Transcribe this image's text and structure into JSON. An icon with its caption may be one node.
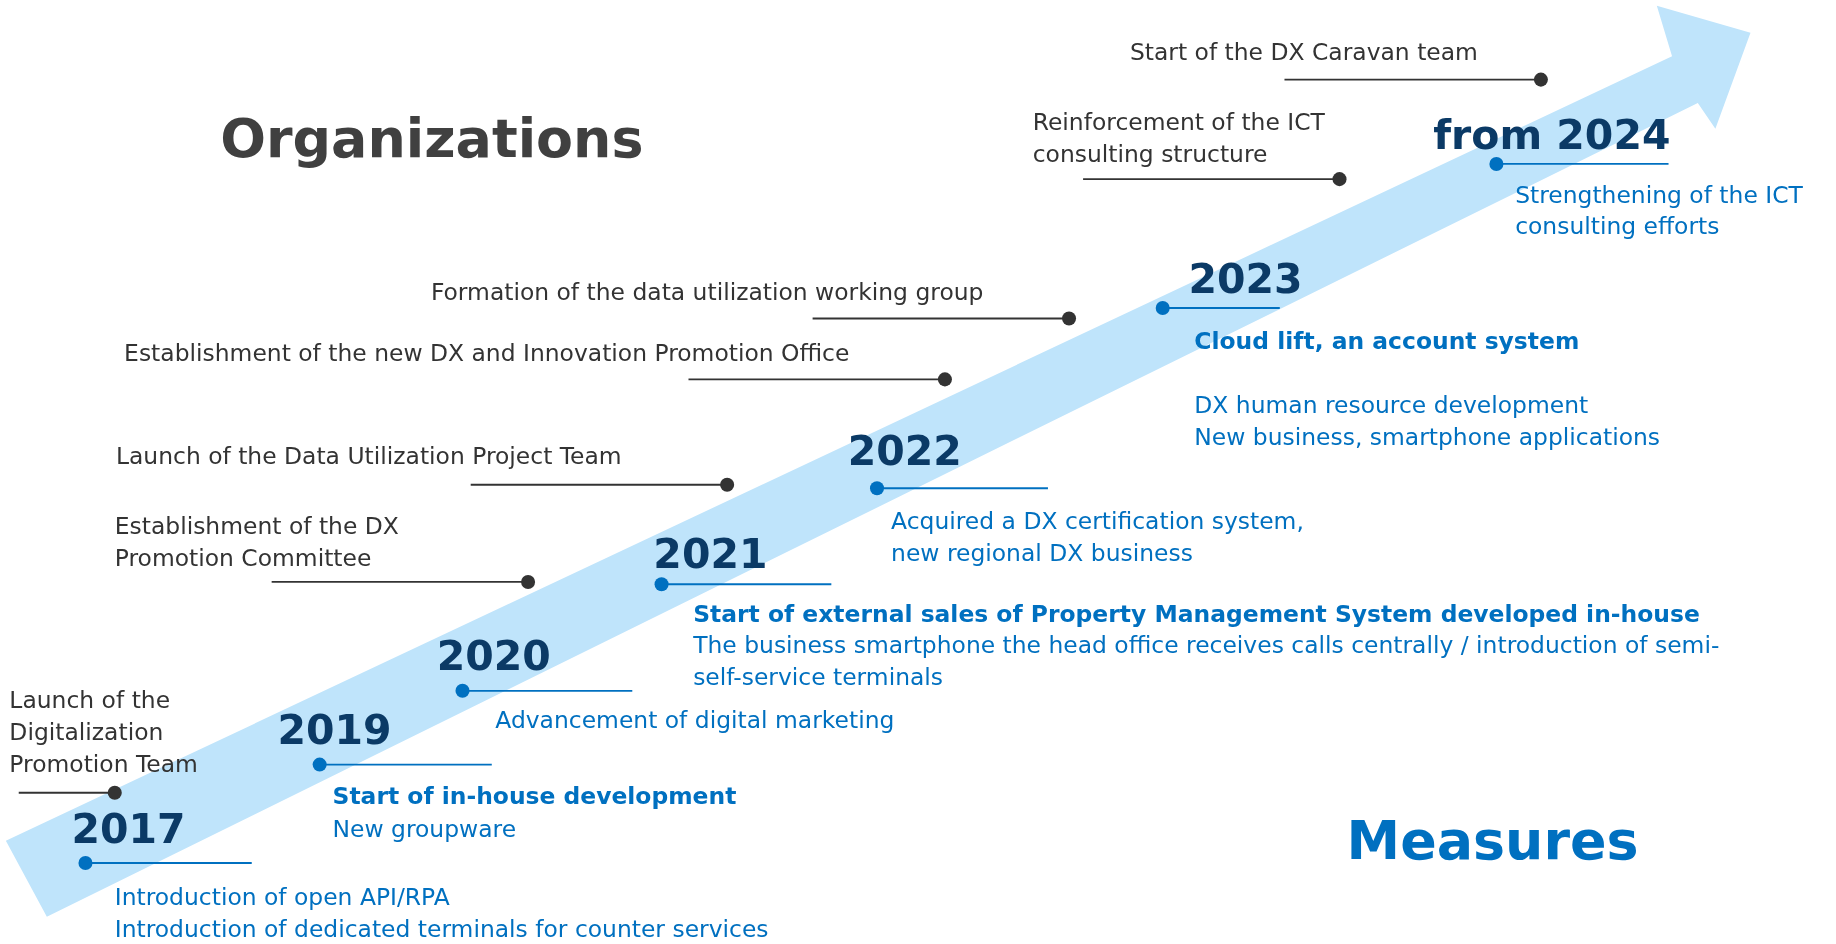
{
  "diagram": {
    "labels": [
      "Start of the DX Caravan team",
      "Organizations",
      "Reinforcement of the ICT consulting structure",
      "from 2024",
      "Strengthening of the ICT consulting efforts",
      "2023",
      "Formation of the data utilization working group",
      "Cloud lift, an account system",
      "DX human resource development",
      "New business, smartphone applications",
      "Establishment of the new DX and Innovation Promotion Office",
      "2022",
      "Launch of the Data Utilization Project Team",
      "Acquired a DX certification system, new regional DX business",
      "Establishment of the DX Promotion Committee",
      "2021",
      "Start of external sales of Property Management System developed in-house",
      "The business smartphone the head office receives calls centrally / introduction of semi-self-service terminals",
      "2020",
      "Launch of the Digitalization Promotion Team",
      "2019",
      "Advancement of digital marketing",
      "Start of in-house development",
      "New groupware",
      "2017",
      "Measures",
      "Introduction of open API/RPA",
      "Introduction of dedicated terminals for counter services"
    ]
  }
}
